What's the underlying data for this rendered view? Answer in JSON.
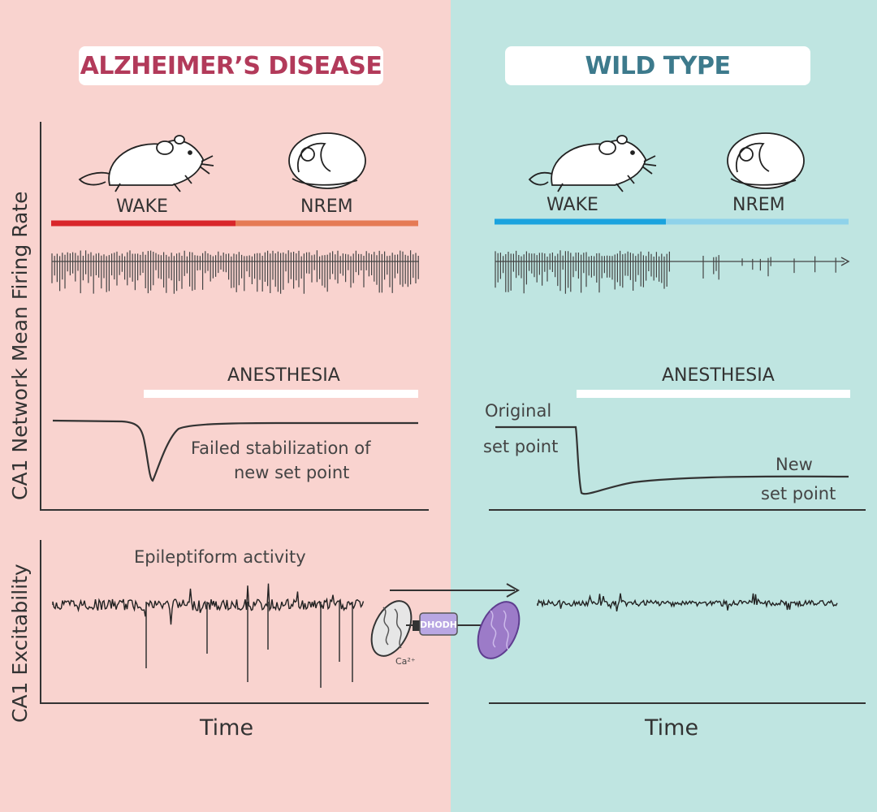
{
  "panels": {
    "alzheimers": {
      "title": "ALZHEIMER’S DISEASE",
      "bg": "#f9d3cf",
      "title_color": "#b23a5a"
    },
    "wild_type": {
      "title": "WILD TYPE",
      "bg": "#bfe5e1",
      "title_color": "#3d7a8c"
    }
  },
  "states": {
    "wake": "WAKE",
    "nrem": "NREM"
  },
  "anesthesia": "ANESTHESIA",
  "annotations": {
    "failed_line1": "Failed stabilization of",
    "failed_line2": "new set point",
    "original_line1": "Original",
    "original_line2": "set point",
    "new_line1": "New",
    "new_line2": "set point",
    "epileptiform": "Epileptiform activity"
  },
  "axes": {
    "top_y": "CA1 Network Mean Firing Rate",
    "bottom_y": "CA1 Excitability",
    "x": "Time"
  },
  "icons": {
    "enzyme": "DHODH",
    "ion": "Ca²⁺"
  },
  "colors": {
    "ad_wake": "#d9262b",
    "ad_nrem": "#e57a55",
    "wt_wake": "#1aa3de",
    "wt_nrem": "#8fd2ea",
    "mito_open": "#e6e6e6",
    "mito_inhibited": "#9c7bc8",
    "enzyme": "#b9a7e3"
  }
}
